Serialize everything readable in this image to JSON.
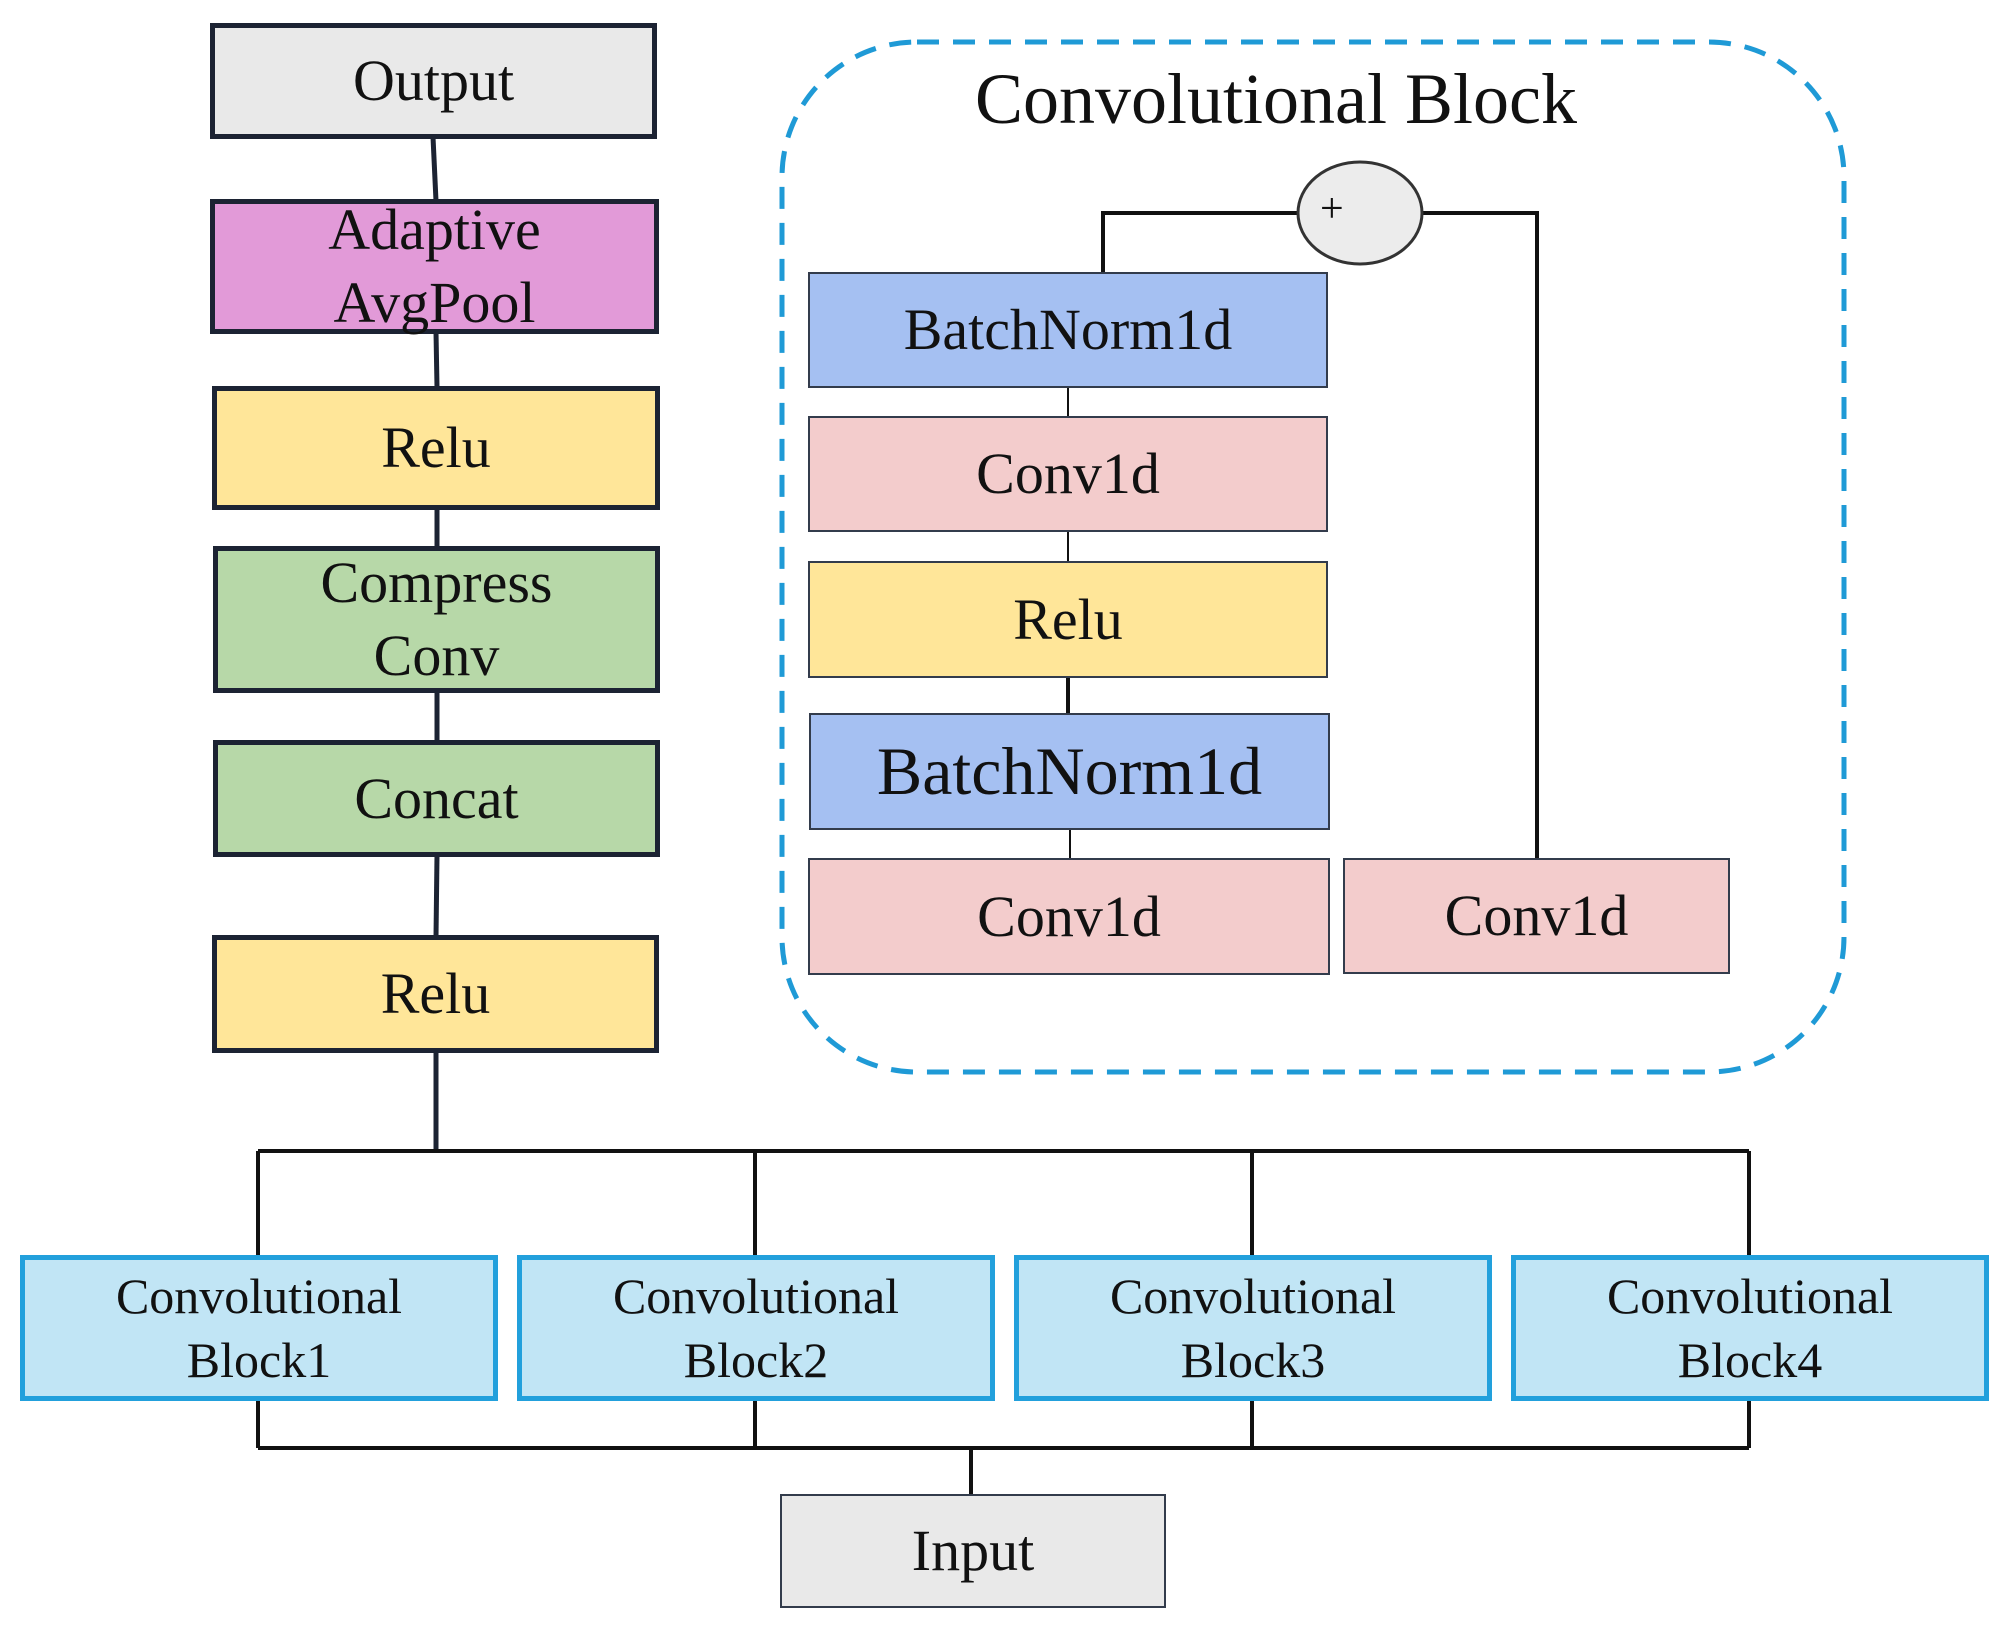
{
  "main_stack": {
    "output": "Output",
    "pool_line1": "Adaptive",
    "pool_line2": "AvgPool",
    "relu_top": "Relu",
    "compress_line1": "Compress",
    "compress_line2": "Conv",
    "concat": "Concat",
    "relu_bottom": "Relu"
  },
  "branches": [
    {
      "line1": "Convolutional",
      "line2": "Block1"
    },
    {
      "line1": "Convolutional",
      "line2": "Block2"
    },
    {
      "line1": "Convolutional",
      "line2": "Block3"
    },
    {
      "line1": "Convolutional",
      "line2": "Block4"
    }
  ],
  "input": "Input",
  "conv_block_detail": {
    "title": "Convolutional Block",
    "sum_symbol": "+",
    "layers": [
      "BatchNorm1d",
      "Conv1d",
      "Relu",
      "BatchNorm1d",
      "Conv1d"
    ],
    "shortcut": "Conv1d"
  }
}
